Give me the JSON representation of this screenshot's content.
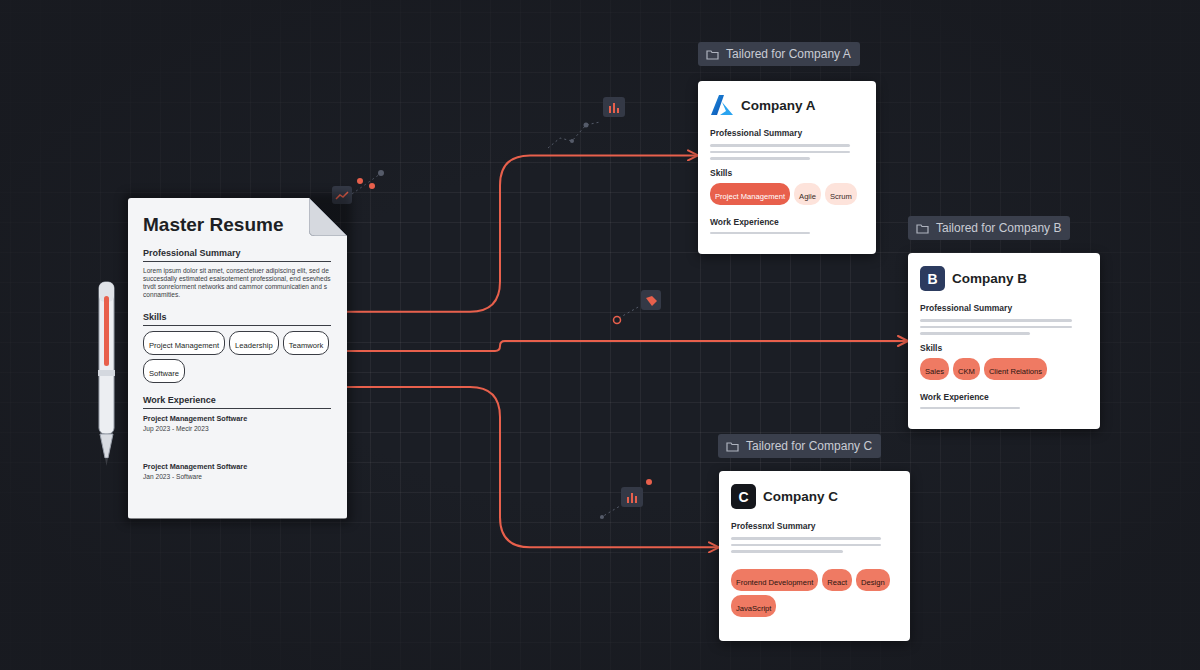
{
  "diagram": {
    "nodes": [
      {
        "text": [
          "Master Resume",
          "Professional Summary",
          "Lorem ipsum dolor sit amet, consectetuer adipiscing elit, sed de succesdally estimated esaisotement professional, end esevheds trvdt sonrelorment networks and cammor communicatien and s connamities.",
          "Skills",
          "Work Experience",
          "Project Management Software",
          "Jup 2023 - Mecir 2023",
          "Project Management Software",
          "Jan 2023 - Software"
        ]
      },
      {
        "text": [
          "Project Management"
        ],
        "in": 0
      },
      {
        "text": [
          "Leadership"
        ],
        "in": 0
      },
      {
        "text": [
          "Teamwork"
        ],
        "in": 0
      },
      {
        "text": [
          "Software"
        ],
        "in": 0
      },
      {
        "text": [
          "Tailored for Company A"
        ]
      },
      {
        "text": [
          "Company A",
          "Professional Summary",
          "Skills",
          "Work Experience"
        ]
      },
      {
        "text": [
          "Project Management"
        ],
        "in": 6
      },
      {
        "text": [
          "Agile"
        ],
        "in": 6
      },
      {
        "text": [
          "Scrum"
        ],
        "in": 6
      },
      {
        "text": [
          "Tailored for Company B"
        ]
      },
      {
        "text": [
          "Company B",
          "Professional Summary",
          "Skills",
          "Work Experience"
        ]
      },
      {
        "text": [
          "B"
        ],
        "in": 11
      },
      {
        "text": [
          "Sales"
        ],
        "in": 11
      },
      {
        "text": [
          "CKM"
        ],
        "in": 11
      },
      {
        "text": [
          "Client Relations"
        ],
        "in": 11
      },
      {
        "text": [
          "Tailored for Company C"
        ]
      },
      {
        "text": [
          "Company C",
          "Professnxl Summary"
        ]
      },
      {
        "text": [
          "C"
        ],
        "in": 17
      },
      {
        "text": [
          "Frontend Development"
        ],
        "in": 17
      },
      {
        "text": [
          "React"
        ],
        "in": 17
      },
      {
        "text": [
          "Design"
        ],
        "in": 17
      },
      {
        "text": [
          "JavaScript"
        ],
        "in": 17
      }
    ],
    "edges": [
      {
        "from": 0,
        "to": 6,
        "arrow": "to"
      },
      {
        "from": 0,
        "to": 11,
        "arrow": "to"
      },
      {
        "from": 0,
        "to": 17,
        "arrow": "to"
      }
    ]
  }
}
